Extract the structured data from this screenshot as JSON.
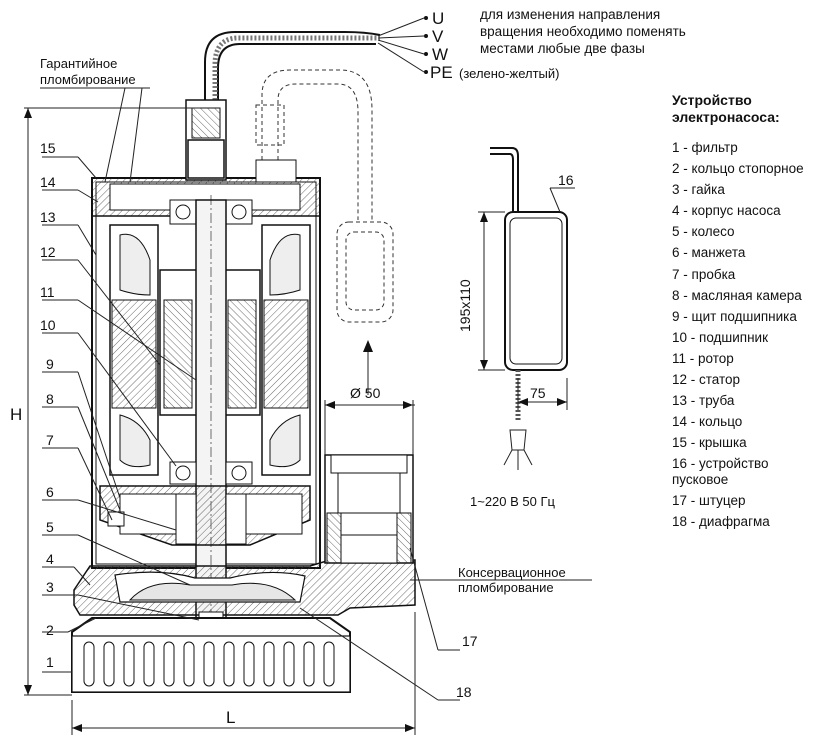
{
  "phases": {
    "u": "U",
    "v": "V",
    "w": "W",
    "pe": "PE",
    "pe_note": "(зелено-желтый)"
  },
  "phase_note": [
    "для изменения направления",
    "вращения необходимо поменять",
    "местами любые две фазы"
  ],
  "warranty_seal": [
    "Гарантийное",
    "пломбирование"
  ],
  "conservation_seal": [
    "Консервационное",
    "пломбирование"
  ],
  "dimensions": {
    "height": "H",
    "length": "L",
    "diameter": "Ø 50",
    "box_size": "195x110",
    "box_depth": "75"
  },
  "power": "1~220 В  50 Гц",
  "callouts": [
    "1",
    "2",
    "3",
    "4",
    "5",
    "6",
    "7",
    "8",
    "9",
    "10",
    "11",
    "12",
    "13",
    "14",
    "15",
    "16",
    "17",
    "18"
  ],
  "legend": {
    "title": "Устройство\nэлектронасоса:",
    "items": [
      "1 - фильтр",
      "2 - кольцо стопорное",
      "3 - гайка",
      "4 - корпус насоса",
      "5 - колесо",
      "6 - манжета",
      "7 - пробка",
      "8 - масляная камера",
      "9 - щит подшипника",
      "10 - подшипник",
      "11 - ротор",
      "12 - статор",
      "13 - труба",
      "14 - кольцо",
      "15 - крышка",
      "16 - устройство\n       пусковое",
      "17 - штуцер",
      "18 - диафрагма"
    ]
  }
}
